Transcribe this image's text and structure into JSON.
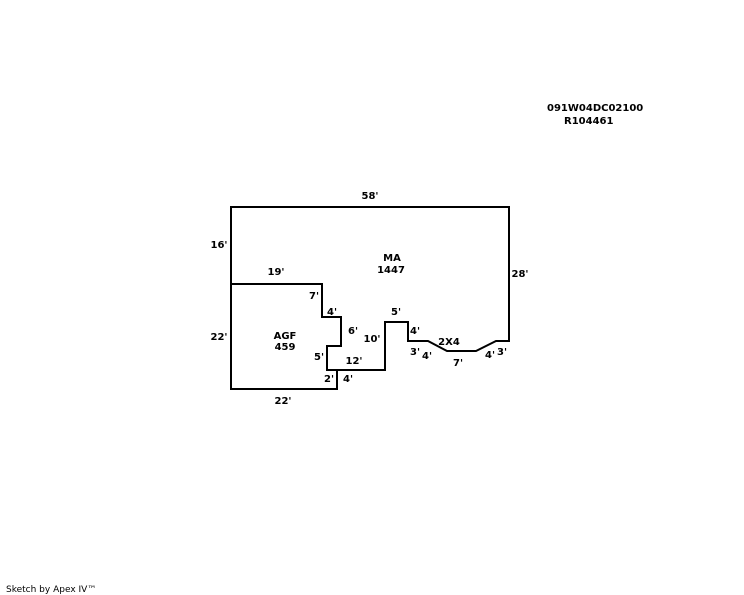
{
  "parcel": {
    "id": "091W04DC02100",
    "ref": "R104461"
  },
  "areas": {
    "main": {
      "code": "MA",
      "sqft": "1447"
    },
    "garage": {
      "code": "AGF",
      "sqft": "459"
    },
    "porch": {
      "code": "2X4"
    }
  },
  "dimensions": {
    "top": "58'",
    "left_upper": "16'",
    "left_lower": "22'",
    "bottom": "22'",
    "right": "28'",
    "garage_top": "19'",
    "step_7": "7'",
    "step_4a": "4'",
    "step_6": "6'",
    "step_5a": "5'",
    "step_2": "2'",
    "step_4b": "4'",
    "step_12": "12'",
    "step_10": "10'",
    "step_5b": "5'",
    "step_4c": "4'",
    "step_3a": "3'",
    "step_4d": "4'",
    "step_7b": "7'",
    "step_4e": "4'",
    "step_3b": "3'"
  },
  "footer": "Sketch by Apex IV™"
}
